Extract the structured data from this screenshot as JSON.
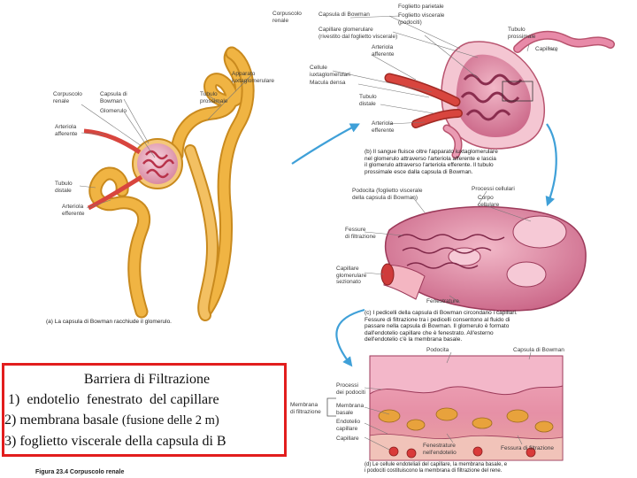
{
  "figure_caption": "Figura 23.4 Corpuscolo renale",
  "panel_a": {
    "caption": "(a) La capsula di Bowman racchiude il glomerulo.",
    "labels": {
      "corpuscolo": "Corpuscolo\nrenale",
      "capsula": "Capsula di\nBowman",
      "glomerulo": "Glomerulo",
      "tubulo_prossimale": "Tubulo\nprossimale",
      "apparato": "Apparato\niuxtaglomerulare",
      "arteriola_afferente": "Arteriola\nafferente",
      "tubulo_distale": "Tubulo\ndistale",
      "arteriola_efferente": "Arteriola\nefferente"
    }
  },
  "panel_b": {
    "caption": "(b) Il sangue fluisce oltre l'apparato iuxtaglomerulare\nnel glomerulo attraverso l'arteriola afferente e lascia\nil glomerulo attraverso l'arteriola efferente. Il tubulo\nprossimale esce dalla capsula di Bowman.",
    "labels": {
      "corpuscolo": "Corpuscolo\nrenale",
      "capsula": "Capsula di Bowman",
      "foglietto_parietale": "Foglietto parietale",
      "foglietto_viscerale": "Foglietto viscerale\n(podociti)",
      "capillare_glom": "Capillare glomerulare\n(rivestito dal foglietto viscerale)",
      "tubulo_prossimale": "Tubulo\nprossimale",
      "capillare": "Capillare",
      "arteriola_afferente": "Arteriola\nafferente",
      "cellule": "Cellule\niuxtaglomerulari",
      "macula": "Macula densa",
      "tubulo_distale": "Tubulo\ndistale",
      "arteriola_efferente": "Arteriola\nefferente"
    }
  },
  "panel_c": {
    "caption": "(c) I pedicelli della capsula di Bowman circondano i capillari.\nFessure di filtrazione tra i pedicelli consentono al fluido di\npassare nella capsula di Bowman. Il glomerulo è formato\ndall'endotelio capillare che è fenestrato. All'esterno\ndell'endotelio c'è la membrana basale.",
    "labels": {
      "podocita": "Podocita (foglietto viscerale\ndella capsula di Bowman)",
      "processi": "Processi cellulari",
      "corpo": "Corpo\ncellulare",
      "fessure": "Fessure\ndi filtrazione",
      "capillare": "Capillare\nglomerulare\nsezionato",
      "fenestrature": "Fenestrature"
    }
  },
  "panel_d": {
    "caption": "(d) Le cellule endoteliali del capillare, la membrana basale, e\ni podociti costituiscono la membrana di filtrazione del rene.",
    "labels": {
      "podocita": "Podocita",
      "capsula": "Capsula di Bowman",
      "processi": "Processi\ndei podociti",
      "membrana": "Membrana\nbasale",
      "endotelio": "Endotelio\ncapillare",
      "capillare": "Capillare",
      "fenestrature": "Fenestrature\nnell'endotelio",
      "fessura": "Fessura di filtrazione",
      "membrana_filtr": "Membrana\ndi filtrazione"
    }
  },
  "textbox": {
    "title": "Barriera di Filtrazione",
    "line1": " 1)  endotelio  fenestrato  del capillare",
    "line2_a": "2) membrana basale ",
    "line2_b": "(fusione delle 2 m)",
    "line3": "3) foglietto viscerale della capsula di B"
  },
  "colors": {
    "tubule": "#f0b443",
    "tubule_dark": "#c98a1e",
    "capsule": "#e88aa8",
    "vessel": "#d8453e",
    "tissue": "#cf6e92",
    "box_border": "#e21d1d",
    "arrow": "#3fa0d8"
  }
}
